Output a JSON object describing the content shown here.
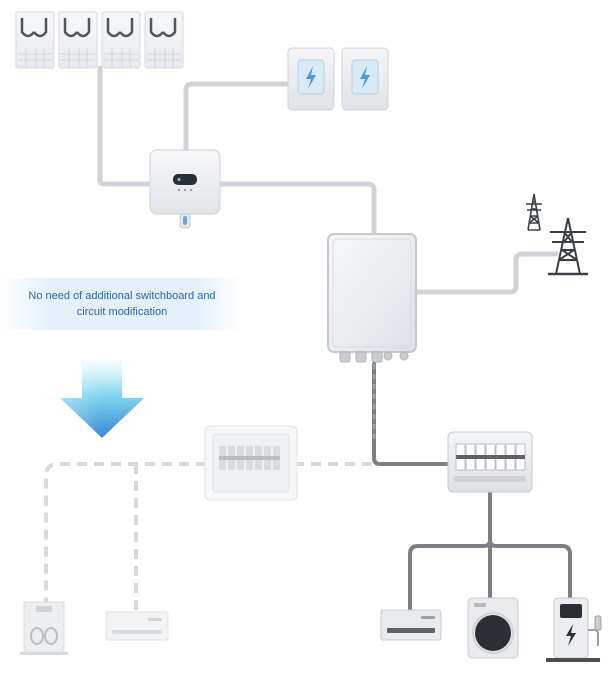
{
  "diagram": {
    "note_text": "No need of additional switchboard and circuit modification",
    "colors": {
      "wire_gray": "#cfd2d6",
      "wire_dark": "#7c7f84",
      "wire_dashed": "#d7d9dc",
      "device_body": "#eef0f3",
      "device_border": "#c9ced4",
      "battery_bolt": "#4a9bd9",
      "arrow_blue_top": "#7fd6ef",
      "arrow_blue_bottom": "#3a86d6",
      "callout_bg": "#e4f1fb",
      "callout_text": "#2f63a8"
    },
    "components": [
      {
        "name": "solar-panel",
        "count": 4
      },
      {
        "name": "battery",
        "count": 2
      },
      {
        "name": "inverter"
      },
      {
        "name": "transmission-tower",
        "count": 2
      },
      {
        "name": "smart-meter-box"
      },
      {
        "name": "distribution-board-existing"
      },
      {
        "name": "distribution-board-new"
      },
      {
        "name": "air-conditioner",
        "count": 2
      },
      {
        "name": "dishwasher"
      },
      {
        "name": "washing-machine"
      },
      {
        "name": "ev-charger"
      },
      {
        "name": "down-arrow"
      }
    ]
  }
}
